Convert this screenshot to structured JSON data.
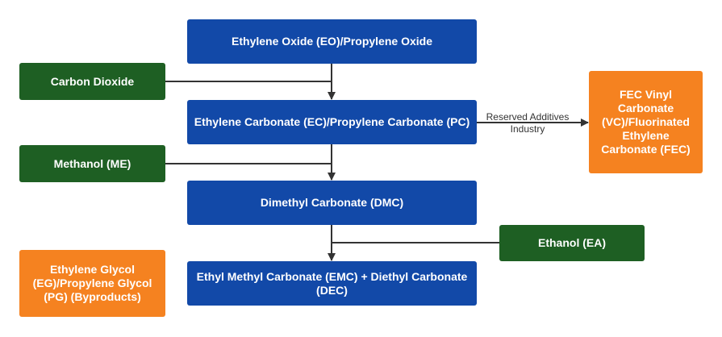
{
  "nodes": {
    "eo": {
      "label": "Ethylene Oxide (EO)/Propylene Oxide"
    },
    "ec": {
      "label": "Ethylene Carbonate (EC)/Propylene Carbonate (PC)"
    },
    "dmc": {
      "label": "Dimethyl Carbonate (DMC)"
    },
    "emc": {
      "label": "Ethyl Methyl Carbonate (EMC) + Diethyl Carbonate (DEC)"
    },
    "co2": {
      "label": "Carbon Dioxide"
    },
    "me": {
      "label": "Methanol (ME)"
    },
    "ea": {
      "label": "Ethanol (EA)"
    },
    "fec": {
      "label": "FEC Vinyl Carbonate (VC)/Fluorinated Ethylene Carbonate (FEC)"
    },
    "eg": {
      "label": "Ethylene Glycol (EG)/Propylene Glycol (PG) (Byproducts)"
    }
  },
  "edge_label": {
    "line1": "Reserved Additives",
    "line2": "Industry"
  },
  "colors": {
    "process_blue": "#1249a8",
    "input_green": "#1e5f23",
    "output_orange": "#f58220",
    "connector": "#333333"
  }
}
